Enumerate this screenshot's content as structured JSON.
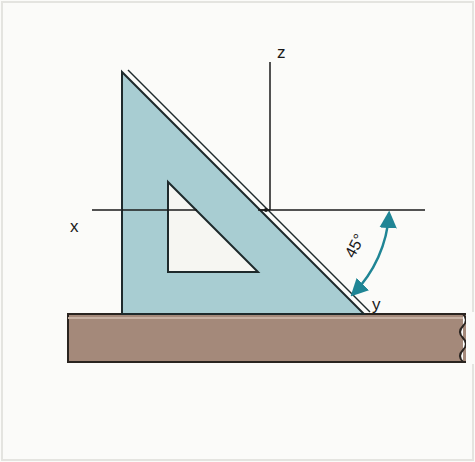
{
  "diagram": {
    "labels": [
      "z",
      "x",
      "y",
      "45°"
    ]
  }
}
